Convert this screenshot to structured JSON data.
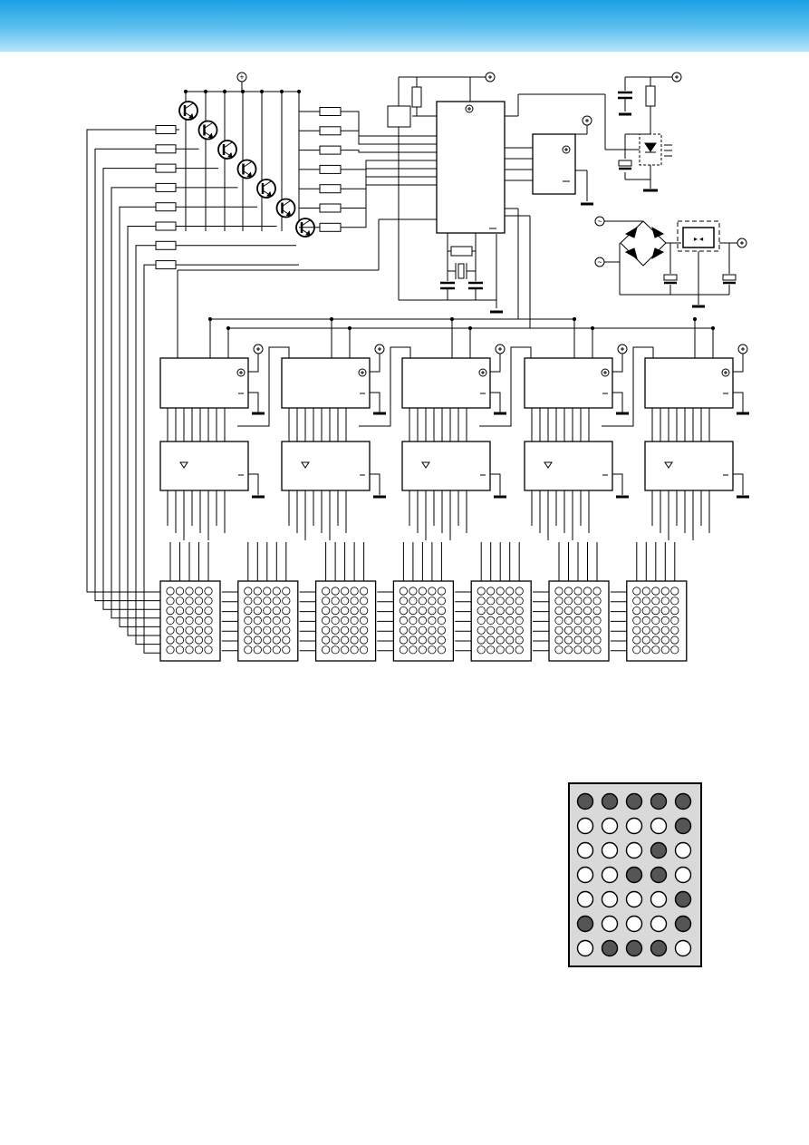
{
  "header": {
    "accent_top": "#1aa0e3",
    "accent_bottom": "#b8e3f8"
  },
  "schematic": {
    "description_free": true,
    "transistor_count": 7,
    "row_resistor_count": 8,
    "column_resistor_count": 7,
    "shift_register_count": 5,
    "driver_count": 5,
    "matrix_display_count": 7,
    "matrix_rows": 7,
    "matrix_cols": 5,
    "supply_symbol": "+",
    "ac_symbol": "~",
    "colors": {
      "line": "#000000",
      "ground_bar": "#000000",
      "led_off": "#ffffff"
    }
  },
  "matrix_example": {
    "rows": 7,
    "cols": 5,
    "pattern": [
      [
        1,
        1,
        1,
        1,
        1
      ],
      [
        0,
        0,
        0,
        0,
        1
      ],
      [
        0,
        0,
        0,
        1,
        0
      ],
      [
        0,
        0,
        1,
        1,
        0
      ],
      [
        0,
        0,
        0,
        0,
        1
      ],
      [
        1,
        0,
        0,
        0,
        1
      ],
      [
        0,
        1,
        1,
        1,
        0
      ]
    ],
    "colors": {
      "lit": "#555555",
      "unlit": "#ffffff",
      "frame": "#d9d9d9",
      "border": "#000000"
    }
  }
}
